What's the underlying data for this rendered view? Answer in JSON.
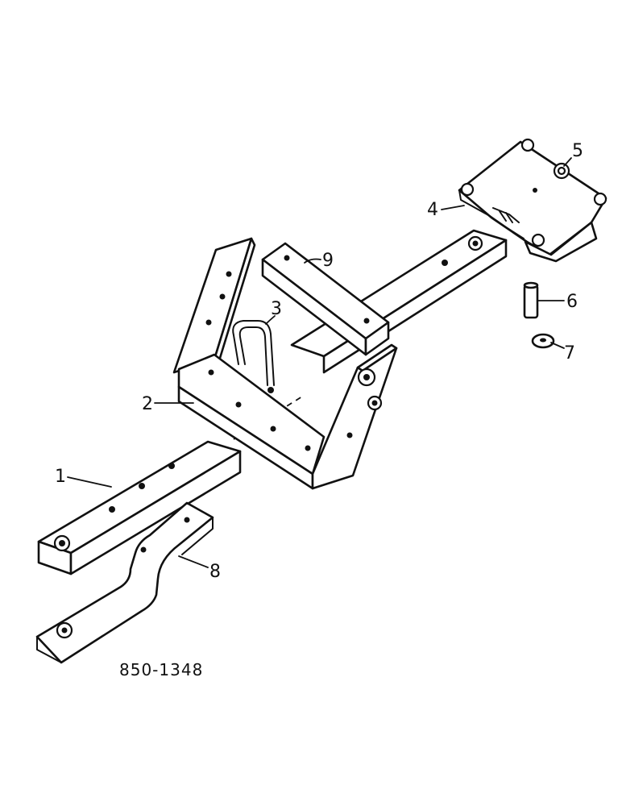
{
  "figure": {
    "id": "850-1348",
    "callouts": {
      "c1": "1",
      "c2": "2",
      "c3": "3",
      "c4": "4",
      "c5": "5",
      "c6": "6",
      "c7": "7",
      "c8": "8",
      "c9": "9"
    }
  }
}
